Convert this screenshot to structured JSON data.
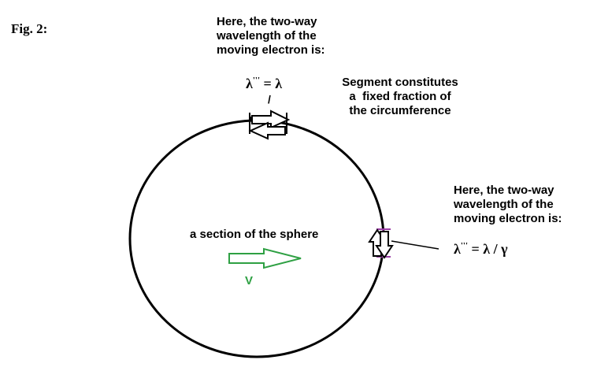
{
  "figure_label": "Fig. 2:",
  "top_note": {
    "line1": "Here, the two-way",
    "line2": "wavelength of the",
    "line3": "moving electron is:"
  },
  "top_formula": {
    "lhs": "λ",
    "primes": "'''",
    "rhs": "= λ"
  },
  "tick_mark": "/",
  "segment_note": {
    "line1": "Segment constitutes",
    "line2": "a  fixed fraction of",
    "line3": "the circumference"
  },
  "right_note": {
    "line1": "Here, the two-way",
    "line2": "wavelength of the",
    "line3": "moving electron is:"
  },
  "right_formula": {
    "lhs": "λ",
    "primes": "'''",
    "rhs": "= λ / γ"
  },
  "sphere_label": "a section of the sphere",
  "velocity_label": "V",
  "colors": {
    "ink": "#000000",
    "velocity": "#2ea043",
    "segment_marker": "#9b3fa6"
  }
}
